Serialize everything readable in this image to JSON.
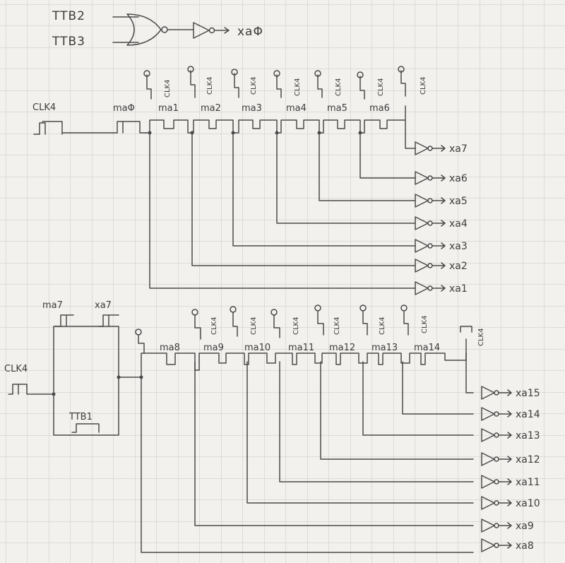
{
  "or_gate": {
    "in1": "TTB2",
    "in2": "TTB3",
    "out": "xaΦ"
  },
  "row1": {
    "clk_label": "CLK4",
    "cells": [
      "maΦ",
      "ma1",
      "ma2",
      "ma3",
      "ma4",
      "ma5",
      "ma6"
    ],
    "clk": "CLK4",
    "outputs": [
      "xa7",
      "xa6",
      "xa5",
      "xa4",
      "xa3",
      "xa2",
      "xa1"
    ]
  },
  "row2": {
    "block_in1": "ma7",
    "block_in2": "xa7",
    "clk_label": "CLK4",
    "block_label": "TTB1",
    "cells": [
      "ma8",
      "ma9",
      "ma10",
      "ma11",
      "ma12",
      "ma13",
      "ma14"
    ],
    "clk": "CLK4",
    "outputs": [
      "xa15",
      "xa14",
      "xa13",
      "xa12",
      "xa11",
      "xa10",
      "xa9",
      "xa8"
    ]
  }
}
